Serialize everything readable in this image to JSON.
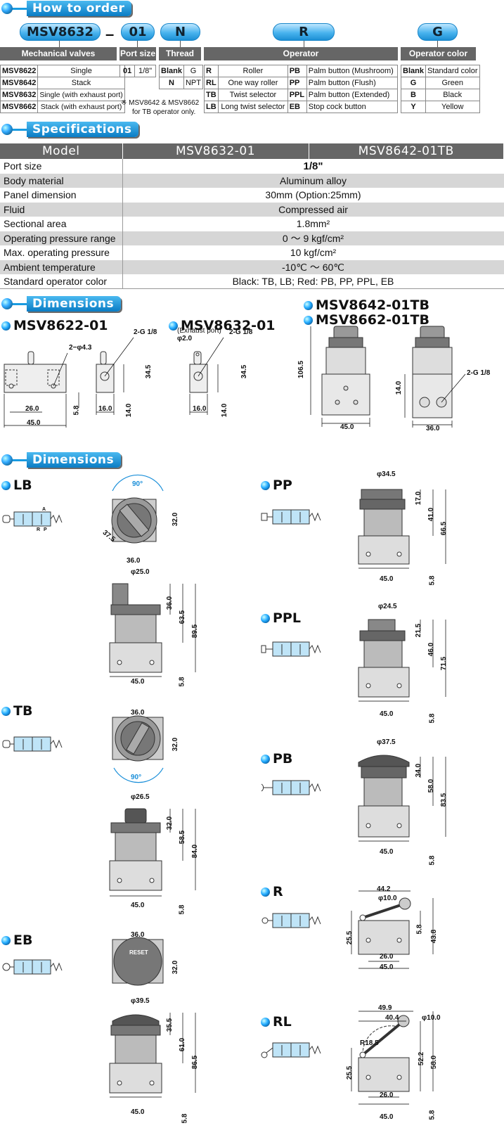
{
  "sections": {
    "order": "How to order",
    "specs": "Specifications",
    "dims1": "Dimensions",
    "dims2": "Dimensions"
  },
  "order": {
    "codes": {
      "model": "MSV8632",
      "dash": "–",
      "port": "01",
      "thread": "N",
      "operator": "R",
      "color": "G"
    },
    "headers": {
      "mech": "Mechanical valves",
      "port": "Port size",
      "thread": "Thread",
      "operator": "Operator",
      "color": "Operator color"
    },
    "mech": [
      [
        "MSV8622",
        "Single"
      ],
      [
        "MSV8642",
        "Stack"
      ],
      [
        "MSV8632",
        "Single (with exhaust port)"
      ],
      [
        "MSV8662",
        "Stack (with exhaust port)"
      ]
    ],
    "port": [
      [
        "01",
        "1/8\""
      ]
    ],
    "thread": [
      [
        "Blank",
        "G"
      ],
      [
        "N",
        "NPT"
      ]
    ],
    "note": [
      "※ MSV8642 & MSV8662",
      "for TB operator only."
    ],
    "operator": [
      [
        "R",
        "Roller",
        "PB",
        "Palm button (Mushroom)"
      ],
      [
        "RL",
        "One way roller",
        "PP",
        "Palm button (Flush)"
      ],
      [
        "TB",
        "Twist selector",
        "PPL",
        "Palm button (Extended)"
      ],
      [
        "LB",
        "Long twist selector",
        "EB",
        "Stop cock button"
      ]
    ],
    "color": [
      [
        "Blank",
        "Standard color"
      ],
      [
        "G",
        "Green"
      ],
      [
        "B",
        "Black"
      ],
      [
        "Y",
        "Yellow"
      ]
    ]
  },
  "specs": {
    "head": [
      "Model",
      "MSV8632-01",
      "MSV8642-01TB"
    ],
    "rows": [
      [
        "Port size",
        "1/8\""
      ],
      [
        "Body material",
        "Aluminum alloy"
      ],
      [
        "Panel dimension",
        "30mm (Option:25mm)"
      ],
      [
        "Fluid",
        "Compressed air"
      ],
      [
        "Sectional area",
        "1.8mm²"
      ],
      [
        "Operating pressure range",
        "0 ～ 9 kgf/cm²"
      ],
      [
        "Max. operating pressure",
        "10 kgf/cm²"
      ],
      [
        "Ambient temperature",
        "-10℃ ～ 60℃"
      ],
      [
        "Standard operator color",
        "Black: TB, LB; Red: PB, PP, PPL, EB"
      ]
    ]
  },
  "dims1": {
    "m1": "MSV8622-01",
    "m2": "MSV8632-01",
    "m3": "MSV8642-01TB",
    "m4": "MSV8662-01TB",
    "m1_labels": {
      "hole": "2−φ4.3",
      "thread": "2-G 1/8",
      "d26": "26.0",
      "d45": "45.0",
      "d58": "5.8",
      "d16": "16.0",
      "d14": "14.0",
      "d345": "34.5"
    },
    "m2_labels": {
      "exhaust": "(Exhaust port)",
      "phi": "φ2.0",
      "thread": "2-G 1/8",
      "d16": "16.0",
      "d14": "14.0",
      "d345": "34.5"
    },
    "m34_labels": {
      "d1065": "106.5",
      "d45": "45.0",
      "d14": "14.0",
      "d36": "36.0",
      "thread": "2-G 1/8"
    }
  },
  "dims2": {
    "LB": {
      "name": "LB",
      "ang": "90°",
      "w": "36.0",
      "h": "32.0",
      "diag": "37.5",
      "phi": "φ25.0",
      "a": "36.0",
      "b": "63.5",
      "c": "89.5",
      "base": "45.0",
      "s": "5.8"
    },
    "TB": {
      "name": "TB",
      "w": "36.0",
      "h": "32.0",
      "ang": "90°",
      "phi": "φ26.5",
      "a": "32.0",
      "b": "58.5",
      "c": "84.0",
      "base": "45.0",
      "s": "5.8"
    },
    "EB": {
      "name": "EB",
      "w": "36.0",
      "h": "32.0",
      "reset": "RESET",
      "phi": "φ39.5",
      "a": "35.5",
      "b": "61.0",
      "c": "86.5",
      "base": "45.0",
      "s": "5.8"
    },
    "PP": {
      "name": "PP",
      "phi": "φ34.5",
      "a": "17.0",
      "b": "41.0",
      "c": "66.5",
      "base": "45.0",
      "s": "5.8"
    },
    "PPL": {
      "name": "PPL",
      "phi": "φ24.5",
      "a": "21.5",
      "b": "46.0",
      "c": "71.5",
      "base": "45.0",
      "s": "5.8"
    },
    "PB": {
      "name": "PB",
      "phi": "φ37.5",
      "a": "34.0",
      "b": "58.0",
      "c": "83.5",
      "base": "45.0",
      "s": "5.8"
    },
    "R": {
      "name": "R",
      "top": "44.2",
      "phi": "φ10.0",
      "l": "25.5",
      "r1": "5.8",
      "r2": "43.8",
      "m": "26.0",
      "base": "45.0"
    },
    "RL": {
      "name": "RL",
      "t1": "49.9",
      "t2": "40.4",
      "phi": "φ10.0",
      "rad": "R18.5",
      "l": "25.5",
      "r1": "52.2",
      "r2": "58.0",
      "m": "26.0",
      "base": "45.0",
      "s": "5.8"
    },
    "symbol": {
      "a": "A",
      "r": "R",
      "p": "P"
    }
  }
}
